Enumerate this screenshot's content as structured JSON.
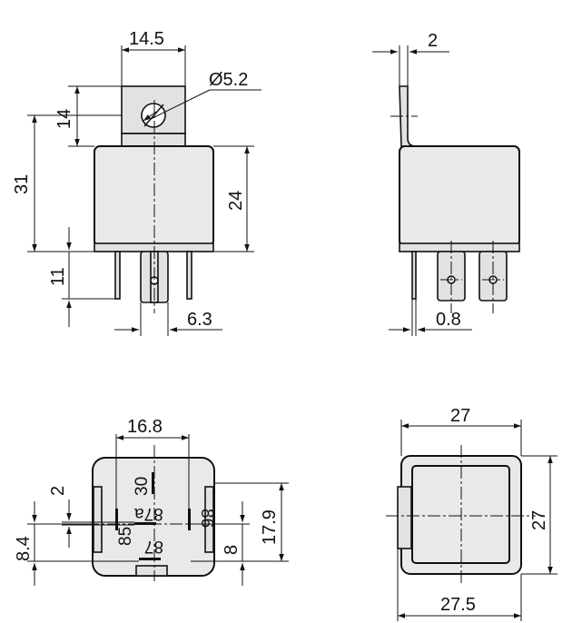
{
  "dimensions": {
    "front": {
      "tab_width": "14.5",
      "hole_diameter": "Ø5.2",
      "tab_height": "14",
      "total_height": "31",
      "body_height": "24",
      "pin_length": "11",
      "pin_width": "6.3"
    },
    "side": {
      "bracket_thickness": "2",
      "pin_thickness": "0.8"
    },
    "bottom": {
      "pin_spacing_horizontal": "16.8",
      "offset_small": "2",
      "offset_left": "8.4",
      "offset_right": "8",
      "pin_spacing_vertical": "17.9"
    },
    "top": {
      "width": "27",
      "height": "27",
      "overall_width": "27.5"
    }
  },
  "terminals": {
    "t30": "30",
    "t87a": "87a",
    "t86": "86",
    "t85": "85",
    "t87": "87"
  }
}
